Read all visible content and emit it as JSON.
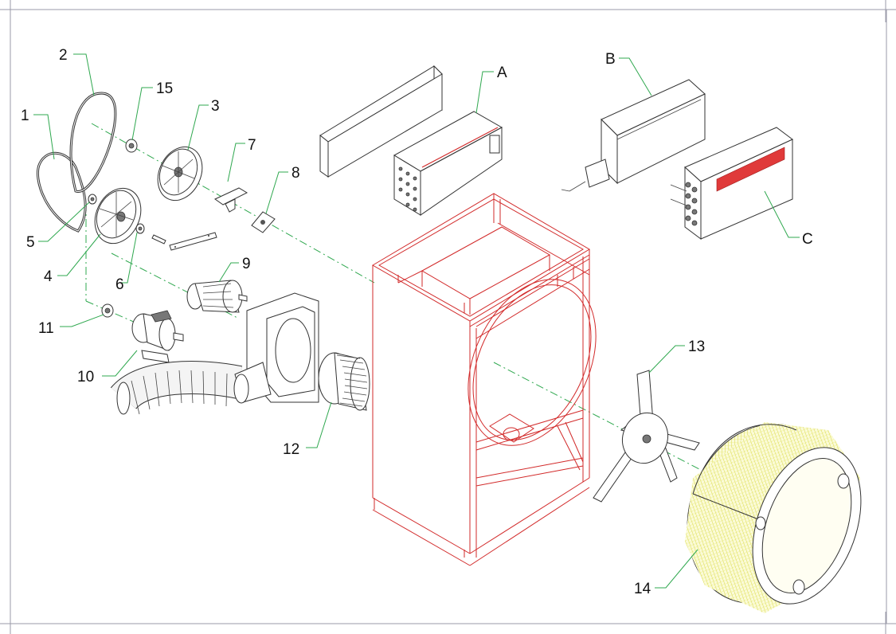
{
  "diagram": {
    "callouts": [
      {
        "id": "1",
        "label": "1"
      },
      {
        "id": "2",
        "label": "2"
      },
      {
        "id": "3",
        "label": "3"
      },
      {
        "id": "4",
        "label": "4"
      },
      {
        "id": "5",
        "label": "5"
      },
      {
        "id": "6",
        "label": "6"
      },
      {
        "id": "7",
        "label": "7"
      },
      {
        "id": "8",
        "label": "8"
      },
      {
        "id": "9",
        "label": "9"
      },
      {
        "id": "10",
        "label": "10"
      },
      {
        "id": "11",
        "label": "11"
      },
      {
        "id": "12",
        "label": "12"
      },
      {
        "id": "13",
        "label": "13"
      },
      {
        "id": "14",
        "label": "14"
      },
      {
        "id": "15",
        "label": "15"
      },
      {
        "id": "A",
        "label": "A"
      },
      {
        "id": "B",
        "label": "B"
      },
      {
        "id": "C",
        "label": "C"
      }
    ],
    "colors": {
      "frame": "#d22a2a",
      "leader": "#2fa84f",
      "drum_mesh": "#e7e866",
      "heater_element": "#e03a3a",
      "outline": "#333333"
    }
  }
}
